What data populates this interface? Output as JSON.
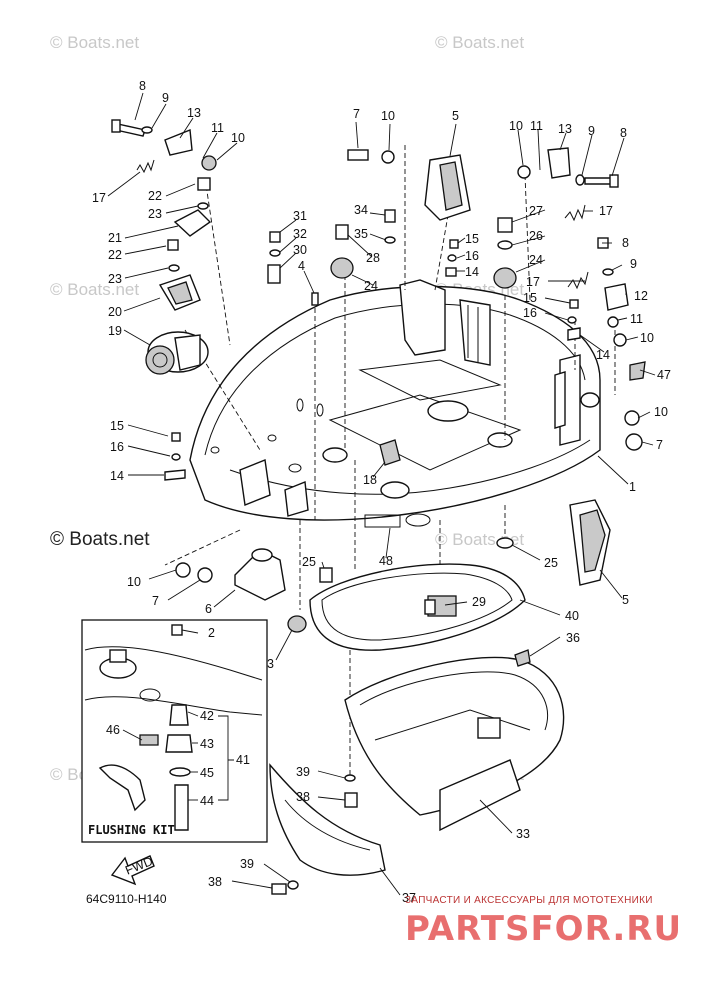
{
  "watermarks": {
    "main": "© Boats.net",
    "faint": "© Boats.net"
  },
  "labels": {
    "l1": "1",
    "l2": "2",
    "l3": "3",
    "l4": "4",
    "l5a": "5",
    "l5b": "5",
    "l6": "6",
    "l7a": "7",
    "l7b": "7",
    "l7c": "7",
    "l8a": "8",
    "l8b": "8",
    "l8c": "8",
    "l9a": "9",
    "l9b": "9",
    "l9c": "9",
    "l10a": "10",
    "l10b": "10",
    "l10c": "10",
    "l10d": "10",
    "l10e": "10",
    "l10f": "10",
    "l11a": "11",
    "l11b": "11",
    "l11c": "11",
    "l12": "12",
    "l13a": "13",
    "l13b": "13",
    "l14a": "14",
    "l14b": "14",
    "l14c": "14",
    "l15a": "15",
    "l15b": "15",
    "l15c": "15",
    "l16a": "16",
    "l16b": "16",
    "l16c": "16",
    "l17a": "17",
    "l17b": "17",
    "l17c": "17",
    "l18": "18",
    "l19": "19",
    "l20": "20",
    "l21": "21",
    "l22a": "22",
    "l22b": "22",
    "l23a": "23",
    "l23b": "23",
    "l24a": "24",
    "l24b": "24",
    "l25a": "25",
    "l25b": "25",
    "l26": "26",
    "l27": "27",
    "l28": "28",
    "l29": "29",
    "l30": "30",
    "l31": "31",
    "l32": "32",
    "l33": "33",
    "l34": "34",
    "l35": "35",
    "l36": "36",
    "l37": "37",
    "l38a": "38",
    "l38b": "38",
    "l39a": "39",
    "l39b": "39",
    "l40": "40",
    "l41": "41",
    "l42": "42",
    "l43": "43",
    "l44": "44",
    "l45": "45",
    "l46": "46",
    "l47": "47",
    "l48": "48"
  },
  "inset": {
    "title": "FLUSHING KIT",
    "fwd_arrow": "FWD"
  },
  "diagram_code": "64C9110-H140",
  "brand": {
    "tagline": "ЗАПЧАСТИ И АКСЕССУАРЫ ДЛЯ МОТОТЕХНИКИ",
    "name": "PARTSFOR.RU",
    "color": "#e86f6f"
  }
}
